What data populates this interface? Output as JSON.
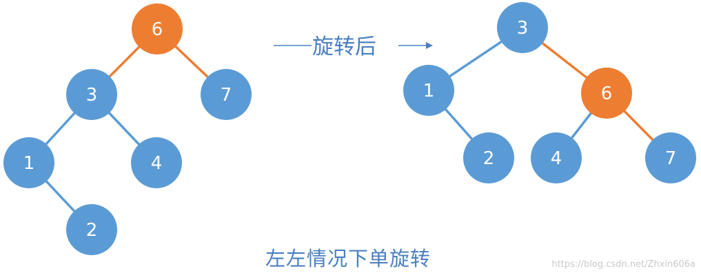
{
  "colors": {
    "node_blue": "#5b9bd5",
    "node_orange": "#ed7d31",
    "edge_blue": "#5b9bd5",
    "edge_orange": "#ed7d31",
    "label_white": "#ffffff",
    "arrow_blue": "#4a7fc1"
  },
  "arrow": {
    "label": "旋转后"
  },
  "caption": "左左情况下单旋转",
  "watermark": "https://blog.csdn.net/Zhxin606a",
  "trees": [
    {
      "name": "before",
      "nodes": [
        {
          "id": "6",
          "label": "6",
          "color": "orange"
        },
        {
          "id": "3",
          "label": "3",
          "color": "blue"
        },
        {
          "id": "7",
          "label": "7",
          "color": "blue"
        },
        {
          "id": "1",
          "label": "1",
          "color": "blue"
        },
        {
          "id": "4",
          "label": "4",
          "color": "blue"
        },
        {
          "id": "2",
          "label": "2",
          "color": "blue"
        }
      ],
      "edges": [
        {
          "from": "6",
          "to": "3",
          "color": "orange"
        },
        {
          "from": "6",
          "to": "7",
          "color": "orange"
        },
        {
          "from": "3",
          "to": "1",
          "color": "blue"
        },
        {
          "from": "3",
          "to": "4",
          "color": "blue"
        },
        {
          "from": "1",
          "to": "2",
          "color": "blue"
        }
      ]
    },
    {
      "name": "after",
      "nodes": [
        {
          "id": "3",
          "label": "3",
          "color": "blue"
        },
        {
          "id": "1",
          "label": "1",
          "color": "blue"
        },
        {
          "id": "6",
          "label": "6",
          "color": "orange"
        },
        {
          "id": "2",
          "label": "2",
          "color": "blue"
        },
        {
          "id": "4",
          "label": "4",
          "color": "blue"
        },
        {
          "id": "7",
          "label": "7",
          "color": "blue"
        }
      ],
      "edges": [
        {
          "from": "3",
          "to": "1",
          "color": "blue"
        },
        {
          "from": "3",
          "to": "6",
          "color": "orange"
        },
        {
          "from": "1",
          "to": "2",
          "color": "blue"
        },
        {
          "from": "6",
          "to": "4",
          "color": "blue"
        },
        {
          "from": "6",
          "to": "7",
          "color": "orange"
        }
      ]
    }
  ]
}
